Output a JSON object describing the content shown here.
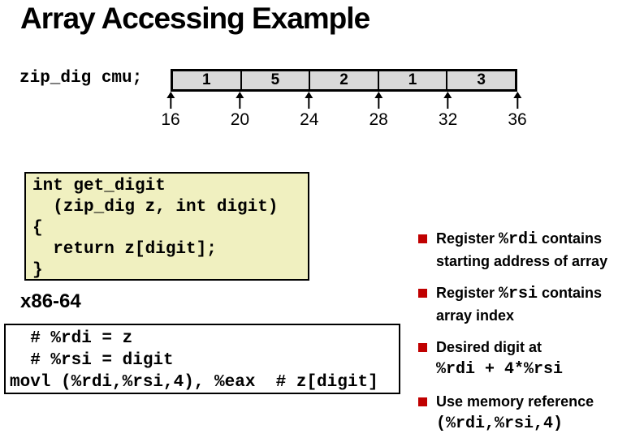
{
  "title": "Array Accessing Example",
  "figure": {
    "declaration": "zip_dig cmu;",
    "cells": [
      "1",
      "5",
      "2",
      "1",
      "3"
    ],
    "addresses": [
      "16",
      "20",
      "24",
      "28",
      "32",
      "36"
    ]
  },
  "code_box": {
    "lines": [
      "int get_digit",
      "  (zip_dig z, int digit)",
      "{",
      "  return z[digit];",
      "}"
    ]
  },
  "asm": {
    "heading": "x86-64",
    "lines": [
      "  # %rdi = z",
      "  # %rsi = digit",
      "movl (%rdi,%rsi,4), %eax  # z[digit]"
    ]
  },
  "bullets": [
    {
      "lines": [
        [
          {
            "text": "Register ",
            "mono": false
          },
          {
            "text": "%rdi",
            "mono": true
          },
          {
            "text": " contains",
            "mono": false
          }
        ],
        [
          {
            "text": "starting address of array",
            "mono": false
          }
        ]
      ]
    },
    {
      "lines": [
        [
          {
            "text": "Register ",
            "mono": false
          },
          {
            "text": "%rsi",
            "mono": true
          },
          {
            "text": " contains",
            "mono": false
          }
        ],
        [
          {
            "text": "array index",
            "mono": false
          }
        ]
      ]
    },
    {
      "lines": [
        [
          {
            "text": "Desired digit at",
            "mono": false
          }
        ],
        [
          {
            "text": "%rdi + 4*%rsi",
            "mono": true
          }
        ]
      ]
    },
    {
      "lines": [
        [
          {
            "text": "Use memory reference",
            "mono": false
          }
        ],
        [
          {
            "text": "(%rdi,%rsi,4)",
            "mono": true
          }
        ]
      ]
    }
  ],
  "colors": {
    "cell_bg": "#D9D9D9",
    "code_box_bg": "#F0F0C0",
    "bullet_marker": "#C00000"
  }
}
